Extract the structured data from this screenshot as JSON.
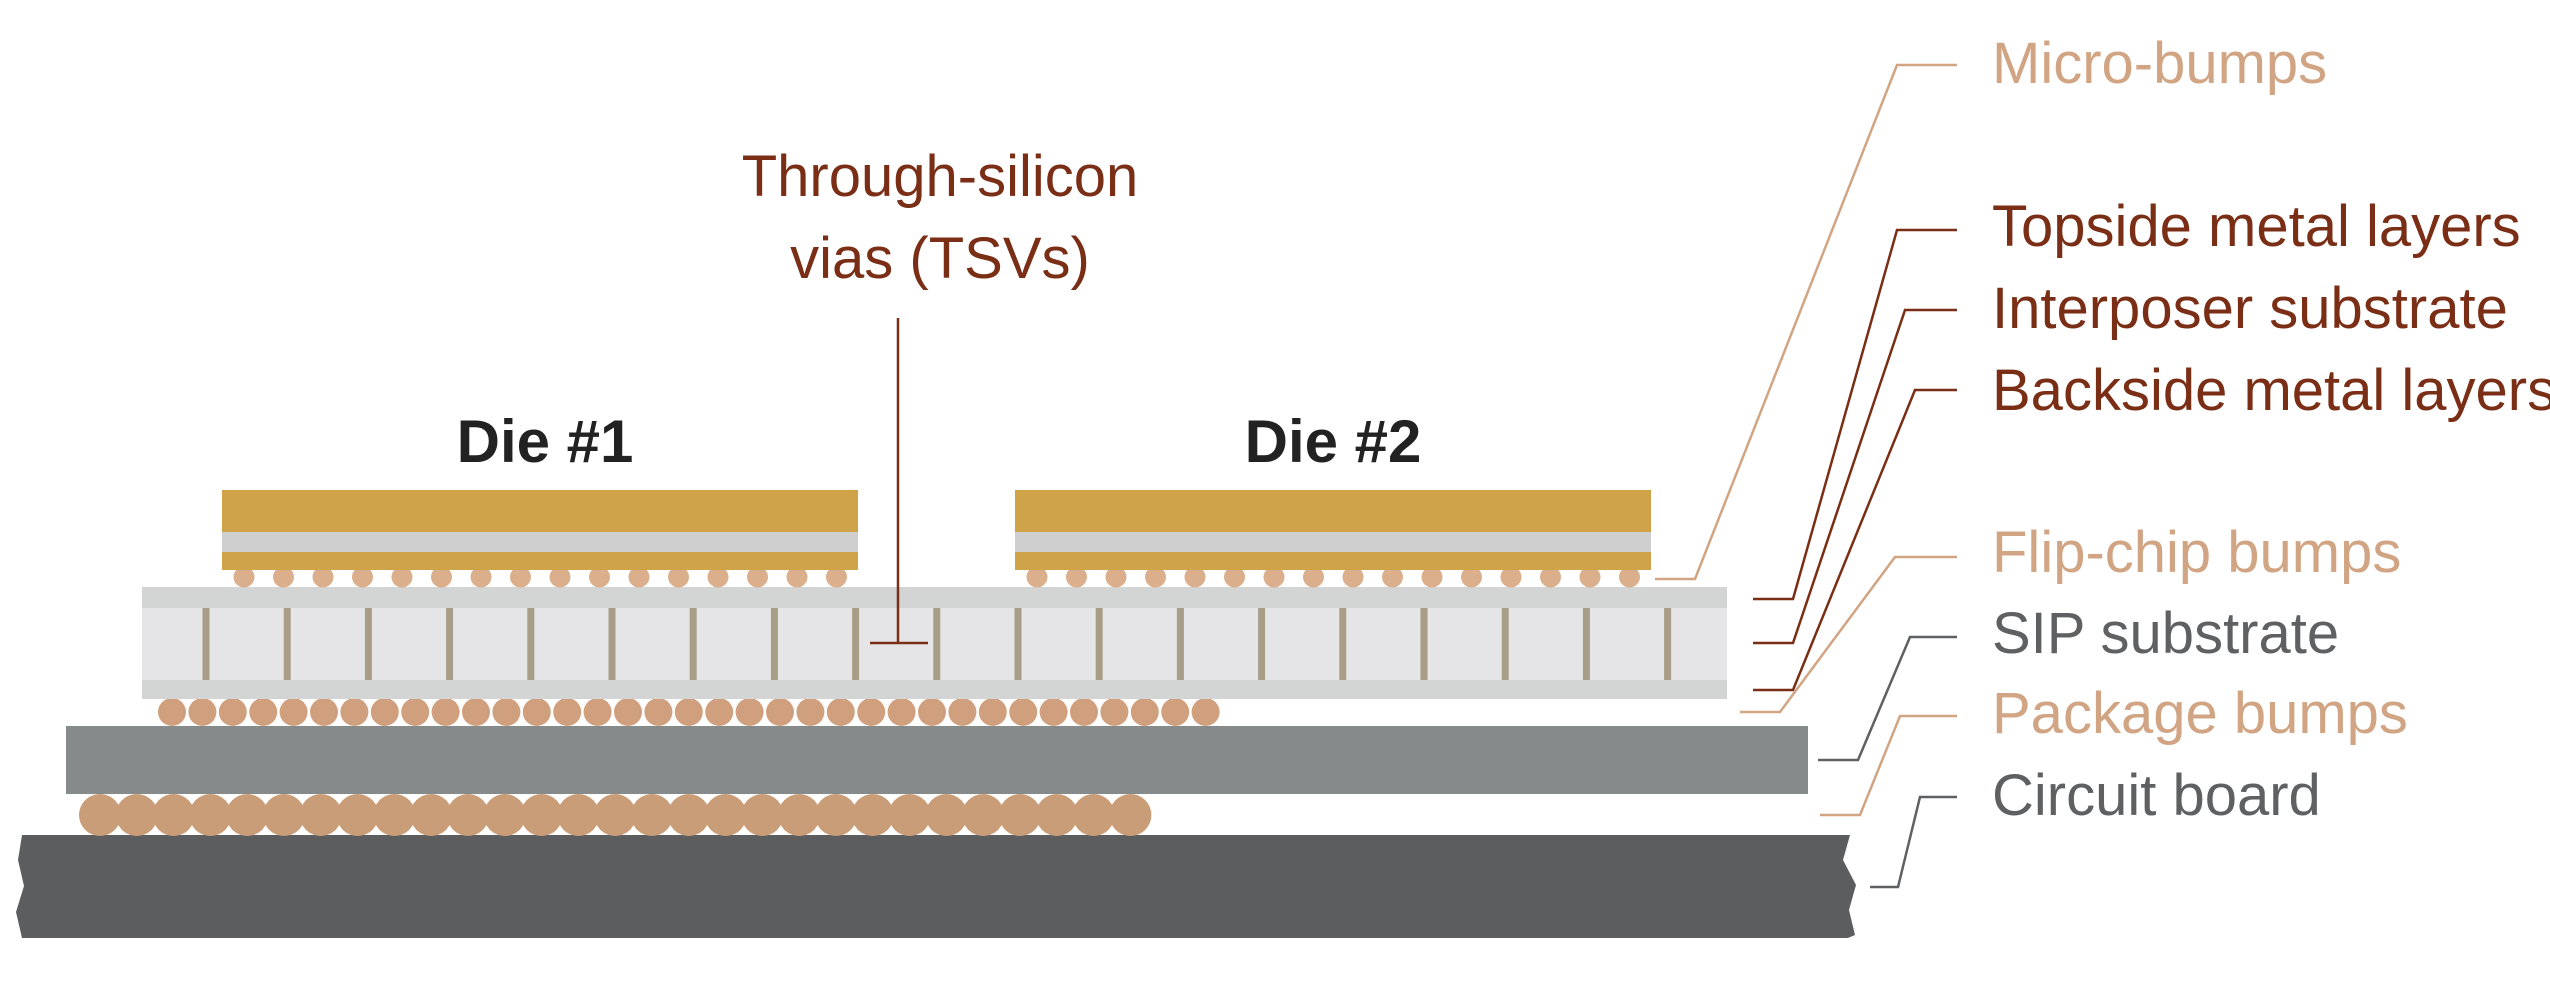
{
  "colors": {
    "die_gold": "#CFA448",
    "die_metal": "#CFCFCF",
    "micro_bump": "#DBAF8B",
    "interposer_metal": "#D3D4D4",
    "interposer_body": "#E5E5E8",
    "tsv": "#A89D86",
    "flip_chip_bump": "#D0A07E",
    "sip_substrate": "#858B8A",
    "package_bump": "#C99D77",
    "circuit_board": "#5C5D5F",
    "label_light": "#D1A583",
    "label_dark": "#7A2E15",
    "label_gray": "#5F6062",
    "die_label": "#222222"
  },
  "dies": [
    {
      "label": "Die #1"
    },
    {
      "label": "Die #2"
    }
  ],
  "tsv_label": {
    "line1": "Through-silicon",
    "line2": "vias (TSVs)"
  },
  "layer_labels": [
    {
      "key": "micro_bumps",
      "text": "Micro-bumps",
      "tone": "light"
    },
    {
      "key": "topside_metal",
      "text": "Topside metal layers",
      "tone": "dark"
    },
    {
      "key": "interposer_substrate",
      "text": "Interposer substrate",
      "tone": "dark"
    },
    {
      "key": "backside_metal",
      "text": "Backside metal layers",
      "tone": "dark"
    },
    {
      "key": "flip_chip_bumps",
      "text": "Flip-chip bumps",
      "tone": "light"
    },
    {
      "key": "sip_substrate",
      "text": "SIP substrate",
      "tone": "gray"
    },
    {
      "key": "package_bumps",
      "text": "Package bumps",
      "tone": "light"
    },
    {
      "key": "circuit_board",
      "text": "Circuit board",
      "tone": "gray"
    }
  ]
}
